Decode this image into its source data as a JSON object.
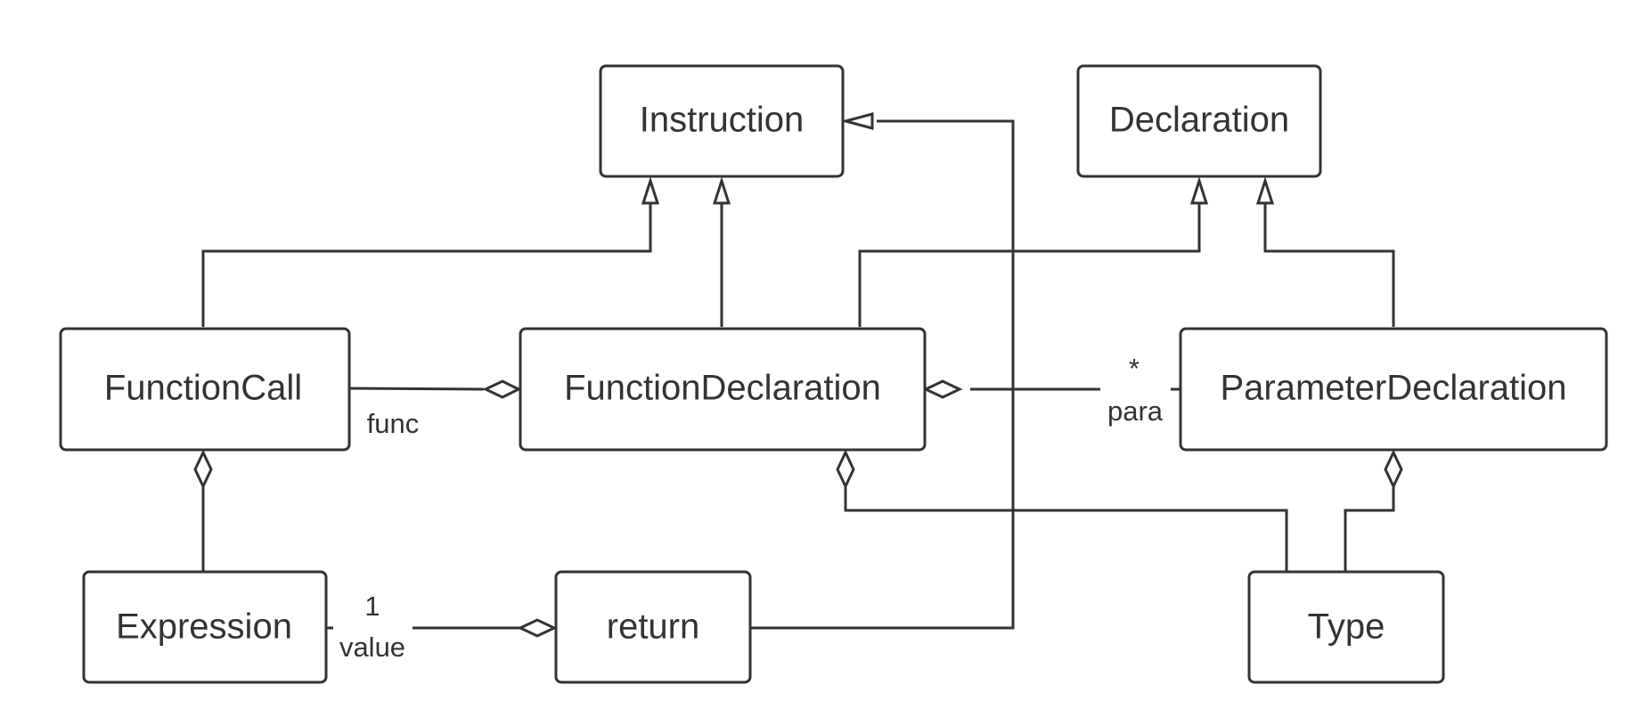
{
  "classes": {
    "instruction": "Instruction",
    "declaration": "Declaration",
    "function_call": "FunctionCall",
    "function_declaration": "FunctionDeclaration",
    "parameter_declaration": "ParameterDeclaration",
    "expression": "Expression",
    "return": "return",
    "type": "Type"
  },
  "associations": {
    "func_role": "func",
    "para_multiplicity": "*",
    "para_role": "para",
    "value_multiplicity": "1",
    "value_role": "value"
  }
}
